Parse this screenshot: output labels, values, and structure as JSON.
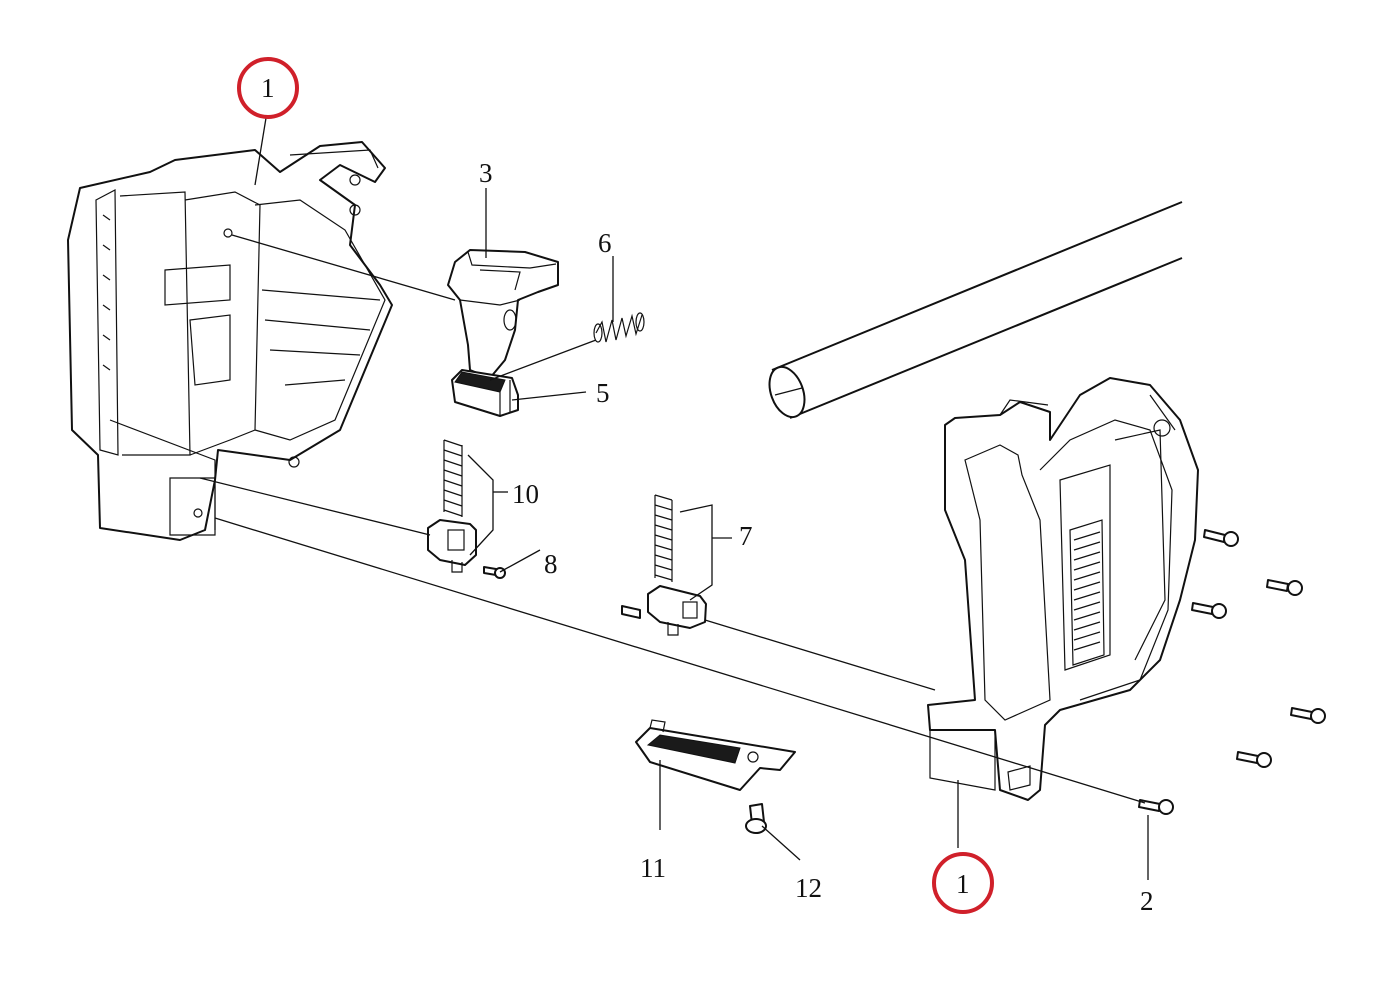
{
  "labels": {
    "p1_top": "1",
    "p1_bottom": "1",
    "p2": "2",
    "p3": "3",
    "p5": "5",
    "p6": "6",
    "p7": "7",
    "p8": "8",
    "p10": "10",
    "p11": "11",
    "p12": "12"
  },
  "colors": {
    "highlight_ring": "#d0202a",
    "line": "#111111"
  }
}
